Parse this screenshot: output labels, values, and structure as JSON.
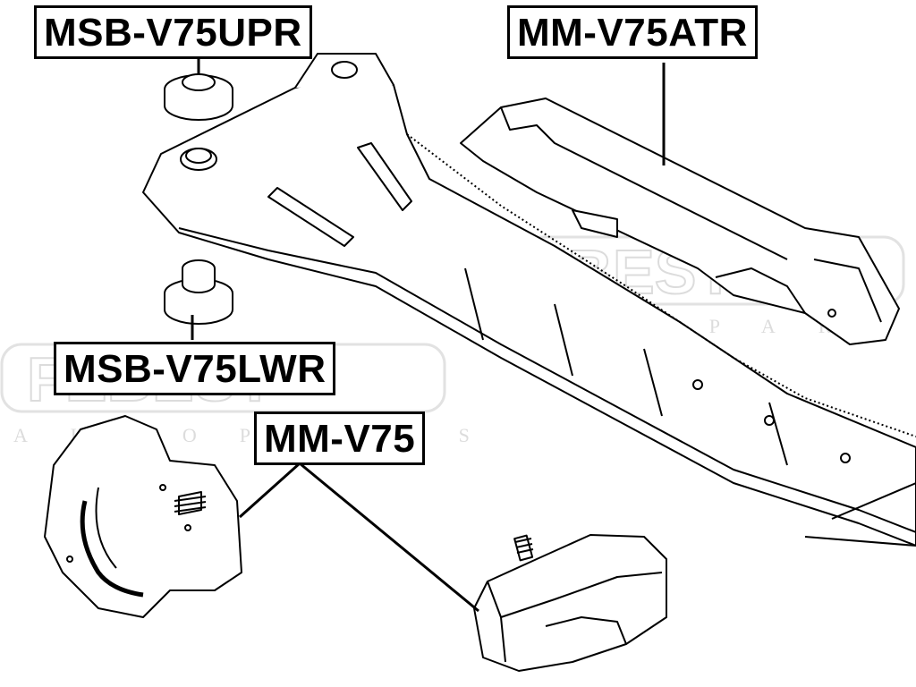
{
  "labels": {
    "msb_upr": "MSB-V75UPR",
    "mm_atr": "MM-V75ATR",
    "msb_lwr": "MSB-V75LWR",
    "mm_v75": "MM-V75"
  },
  "watermark": {
    "brand": "FEBEST",
    "tagline": "AUTOPARTS"
  },
  "colors": {
    "line": "#000000",
    "watermark": "#dcdcdc",
    "background": "#ffffff"
  }
}
